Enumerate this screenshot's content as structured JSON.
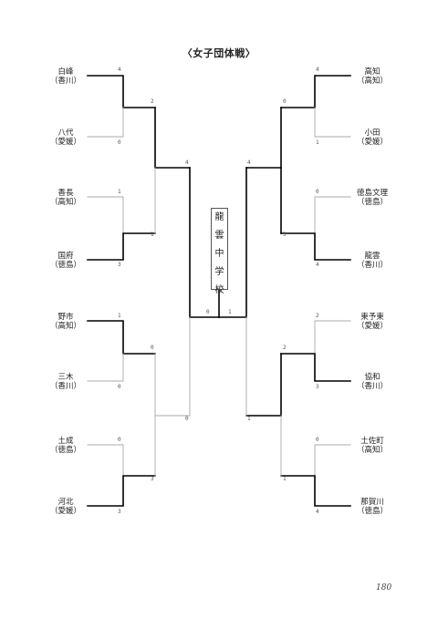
{
  "title": "〈女子団体戦〉",
  "left_teams": [
    {
      "name": "白峰",
      "pref": "（香川）",
      "score": "4"
    },
    {
      "name": "八代",
      "pref": "（愛媛）",
      "score": "0"
    },
    {
      "name": "香長",
      "pref": "（高知）",
      "score": "1"
    },
    {
      "name": "国府",
      "pref": "（徳島）",
      "score": "3"
    },
    {
      "name": "野市",
      "pref": "（高知）",
      "score": "1"
    },
    {
      "name": "三木",
      "pref": "（香川）",
      "score": "0"
    },
    {
      "name": "土成",
      "pref": "（徳島）",
      "score": "0"
    },
    {
      "name": "河北",
      "pref": "（愛媛）",
      "score": "3"
    }
  ],
  "right_teams": [
    {
      "name": "高知",
      "pref": "（高知）",
      "score": "4"
    },
    {
      "name": "小田",
      "pref": "（愛媛）",
      "score": "1"
    },
    {
      "name": "徳島文理",
      "pref": "（徳島）",
      "score": "0"
    },
    {
      "name": "龍雲",
      "pref": "（香川）",
      "score": "4"
    },
    {
      "name": "東予東",
      "pref": "（愛媛）",
      "score": "2"
    },
    {
      "name": "協和",
      "pref": "（香川）",
      "score": "3"
    },
    {
      "name": "土佐町",
      "pref": "（高知）",
      "score": "0"
    },
    {
      "name": "那賀川",
      "pref": "（徳島）",
      "score": "4"
    }
  ],
  "left_round2": [
    "2",
    "1",
    "0",
    "3"
  ],
  "right_round2": [
    "0",
    "3",
    "2",
    "1"
  ],
  "left_semi": [
    "4",
    "0"
  ],
  "right_semi": [
    "4",
    "1"
  ],
  "final": [
    "0",
    "1"
  ],
  "champion": [
    "龍",
    "雲",
    "中",
    "学",
    "校"
  ],
  "page_number": "180"
}
